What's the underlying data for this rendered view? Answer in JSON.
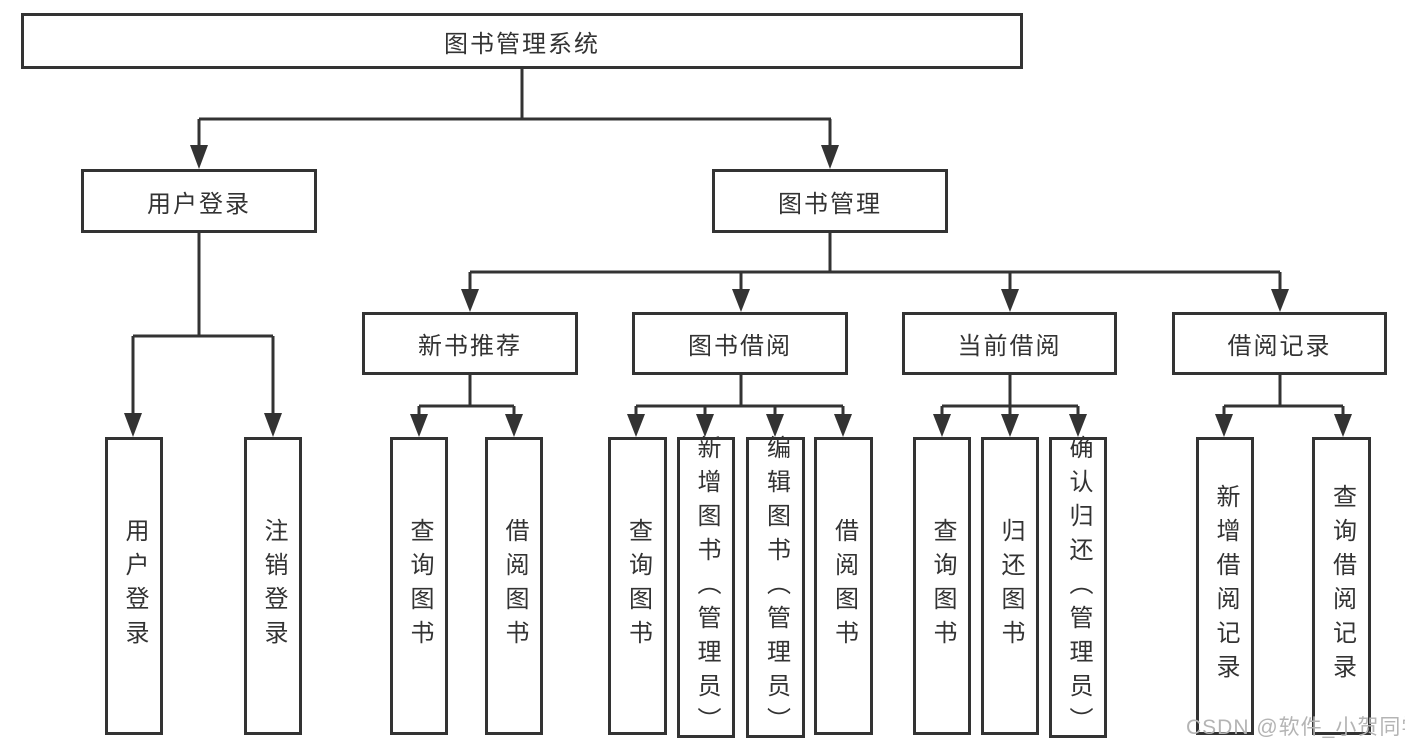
{
  "tree": {
    "root": {
      "label": "图书管理系统"
    },
    "branches": [
      {
        "label": "用户登录",
        "leaves": [
          {
            "label": "用户登录"
          },
          {
            "label": "注销登录"
          }
        ]
      },
      {
        "label": "图书管理",
        "groups": [
          {
            "label": "新书推荐",
            "leaves": [
              {
                "label": "查询图书"
              },
              {
                "label": "借阅图书"
              }
            ]
          },
          {
            "label": "图书借阅",
            "leaves": [
              {
                "label": "查询图书"
              },
              {
                "label": "新增图书（管理员）"
              },
              {
                "label": "编辑图书（管理员）"
              },
              {
                "label": "借阅图书"
              }
            ]
          },
          {
            "label": "当前借阅",
            "leaves": [
              {
                "label": "查询图书"
              },
              {
                "label": "归还图书"
              },
              {
                "label": "确认归还（管理员）"
              }
            ]
          },
          {
            "label": "借阅记录",
            "leaves": [
              {
                "label": "新增借阅记录"
              },
              {
                "label": "查询借阅记录"
              }
            ]
          }
        ]
      }
    ]
  },
  "watermark": {
    "text": "CSDN @软件_小贺同学"
  },
  "colors": {
    "line": "#333333",
    "box_border": "#333333",
    "text": "#333333",
    "watermark": "#b4b4b4",
    "background": "#ffffff"
  }
}
